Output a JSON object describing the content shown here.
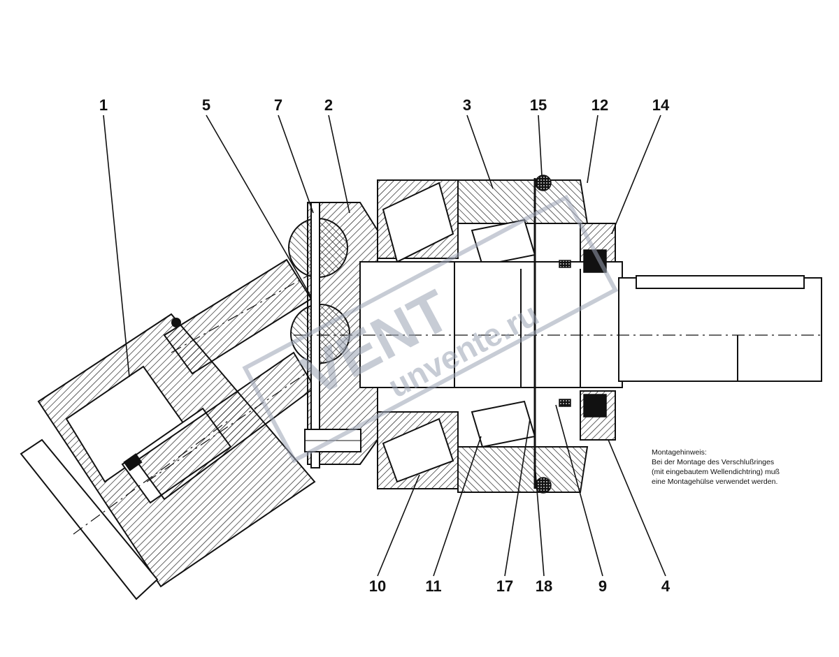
{
  "callouts": {
    "top": [
      "1",
      "5",
      "7",
      "2",
      "3",
      "15",
      "12",
      "14"
    ],
    "bottom": [
      "10",
      "11",
      "17",
      "18",
      "9",
      "4"
    ]
  },
  "note": {
    "title": "Montagehinweis:",
    "lines": [
      "Bei der Montage des Verschlußringes",
      "(mit eingebautem Wellendichtring) muß",
      "eine Montagehülse verwendet werden."
    ]
  },
  "watermark": {
    "brand": "VENT",
    "site": "unvente.ru",
    "color": "#9aa3b4"
  },
  "colors": {
    "ink": "#111111",
    "paper": "#ffffff",
    "watermark": "#9aa3b4"
  }
}
